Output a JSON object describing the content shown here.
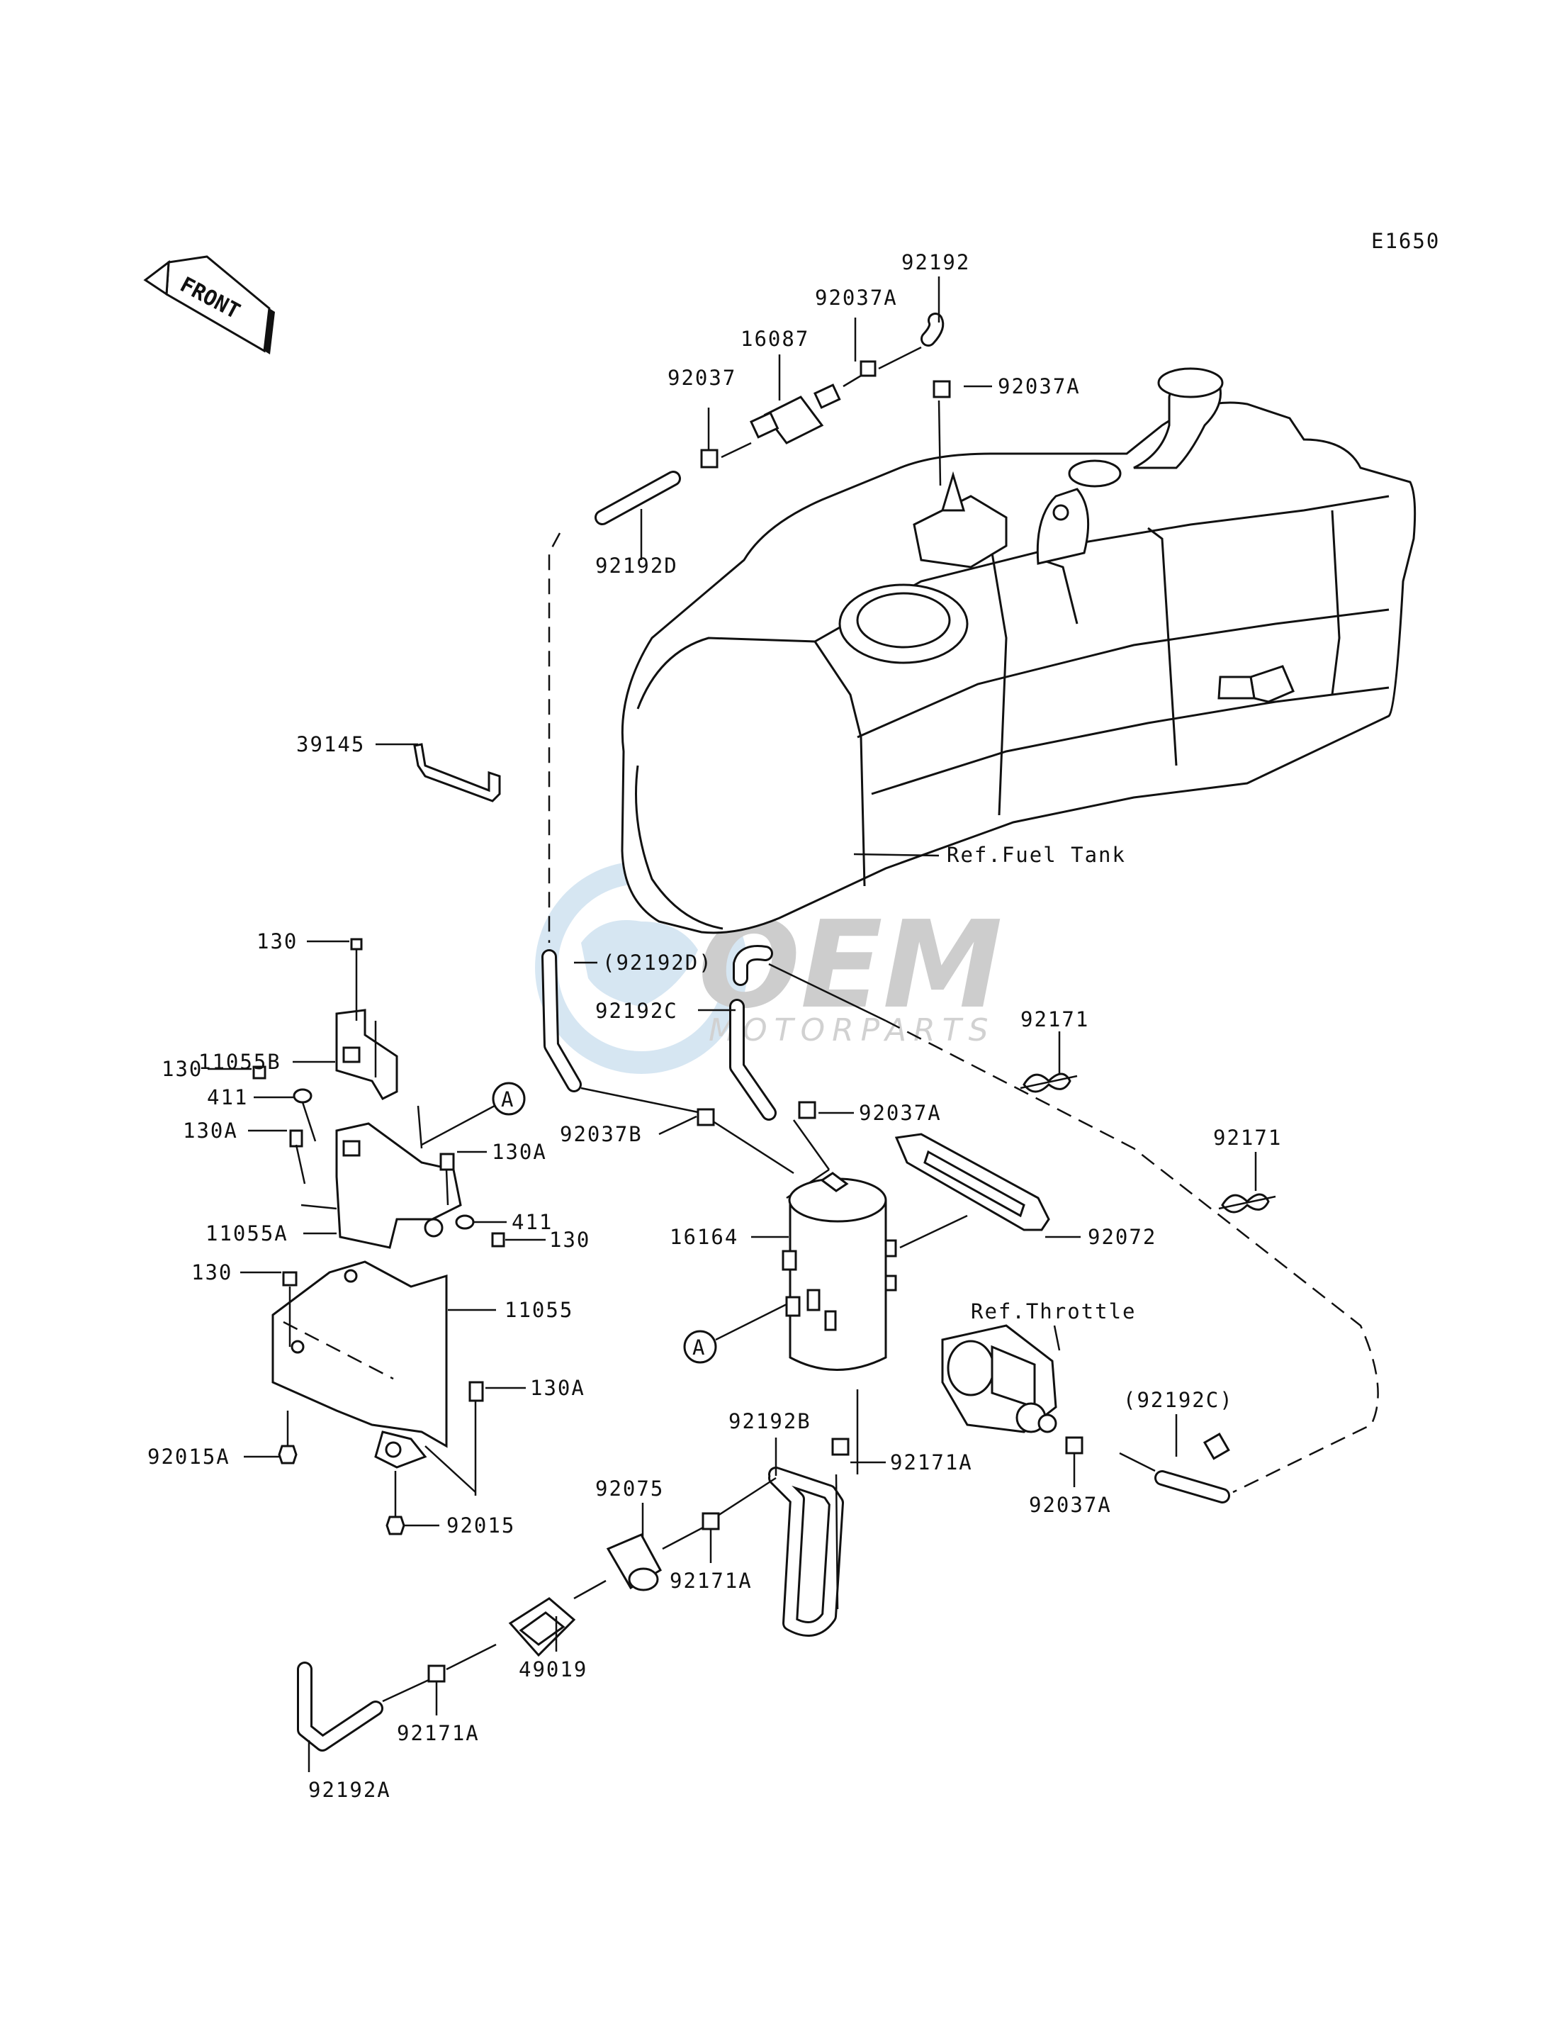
{
  "diagram_code": "E1650",
  "front_indicator": "FRONT",
  "references": {
    "fuel_tank": "Ref.Fuel Tank",
    "throttle": "Ref.Throttle"
  },
  "watermark": {
    "brand": "OEM",
    "sub": "MOTORPARTS"
  },
  "callouts": {
    "c_92192": "92192",
    "c_92037A_top": "92037A",
    "c_16087": "16087",
    "c_92037A_right": "92037A",
    "c_92037": "92037",
    "c_92192D": "92192D",
    "c_39145": "39145",
    "c_130_top": "130",
    "c_92192D_ref": "(92192D)",
    "c_92192C": "92192C",
    "c_11055B": "11055B",
    "c_130_mid": "130",
    "c_411_left": "411",
    "c_130A_left": "130A",
    "c_A_top": "A",
    "c_130A_right": "130A",
    "c_411_right": "411",
    "c_130_right": "130",
    "c_11055A": "11055A",
    "c_130_low": "130",
    "c_11055": "11055",
    "c_130A_low": "130A",
    "c_92015A": "92015A",
    "c_92015": "92015",
    "c_92171_a": "92171",
    "c_92171_b": "92171",
    "c_92037A_mid": "92037A",
    "c_92037B": "92037B",
    "c_16164": "16164",
    "c_92072": "92072",
    "c_A_low": "A",
    "c_92192B": "92192B",
    "c_92171A_right": "92171A",
    "c_92075": "92075",
    "c_92171A_mid": "92171A",
    "c_49019": "49019",
    "c_92171A_low": "92171A",
    "c_92192A": "92192A",
    "c_92192C_ref": "(92192C)",
    "c_92037A_low": "92037A"
  }
}
